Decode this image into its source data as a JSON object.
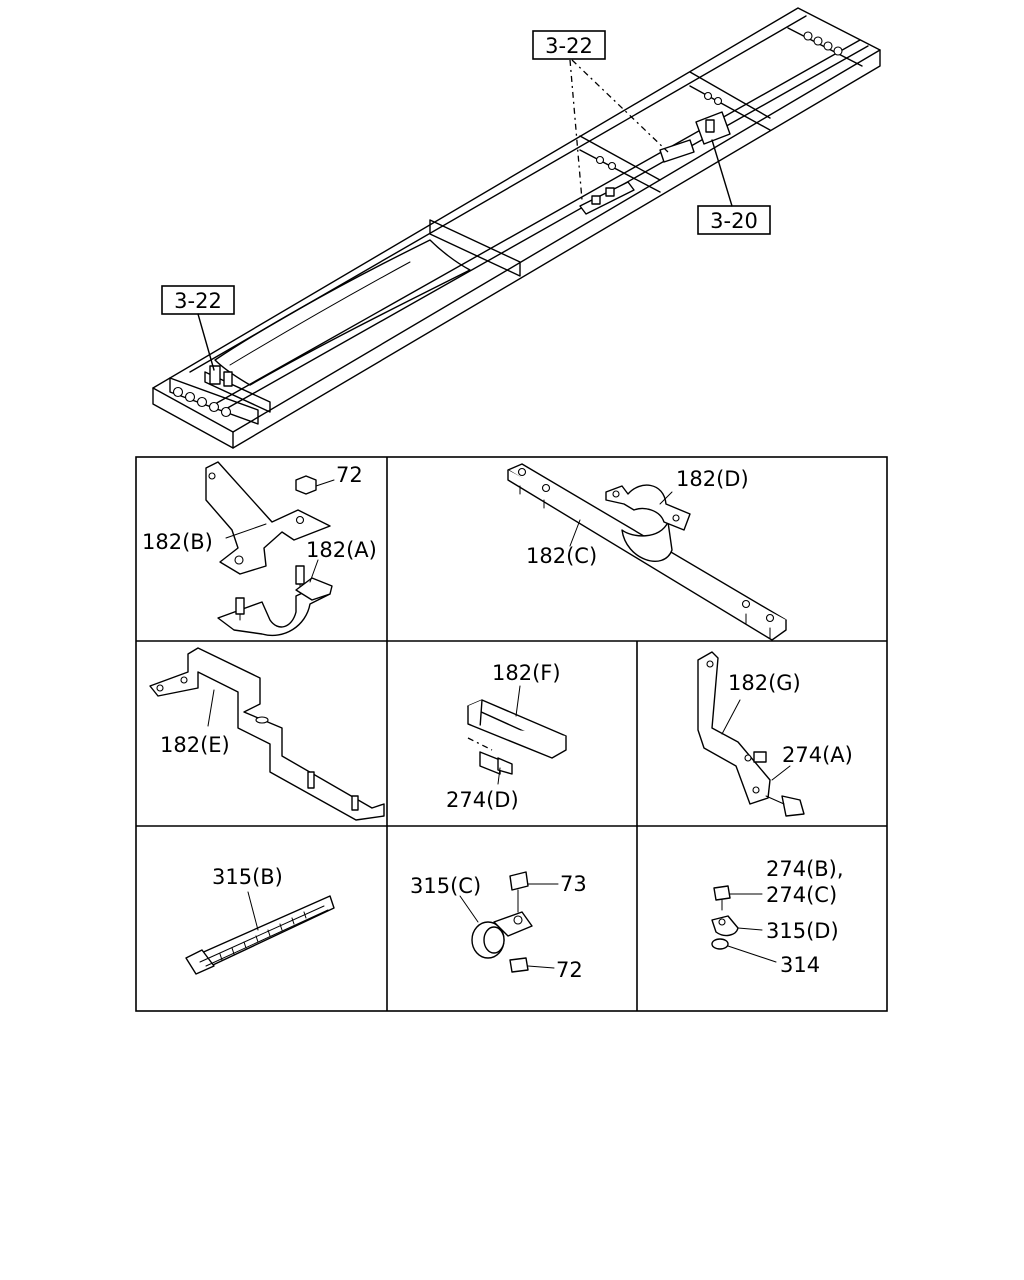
{
  "refs": {
    "top_center": "3-22",
    "left": "3-22",
    "right": "3-20"
  },
  "cells": {
    "c1": {
      "label1": "72",
      "label2": "182(B)",
      "label3": "182(A)"
    },
    "c2": {
      "label1": "182(D)",
      "label2": "182(C)"
    },
    "c3": {
      "label1": "182(E)"
    },
    "c4": {
      "label1": "182(F)",
      "label2": "274(D)"
    },
    "c5": {
      "label1": "182(G)",
      "label2": "274(A)"
    },
    "c6": {
      "label1": "315(B)"
    },
    "c7": {
      "label1": "315(C)",
      "label2": "73",
      "label3": "72"
    },
    "c8": {
      "label1": "274(B),",
      "label2": "274(C)",
      "label3": "315(D)",
      "label4": "314"
    }
  }
}
